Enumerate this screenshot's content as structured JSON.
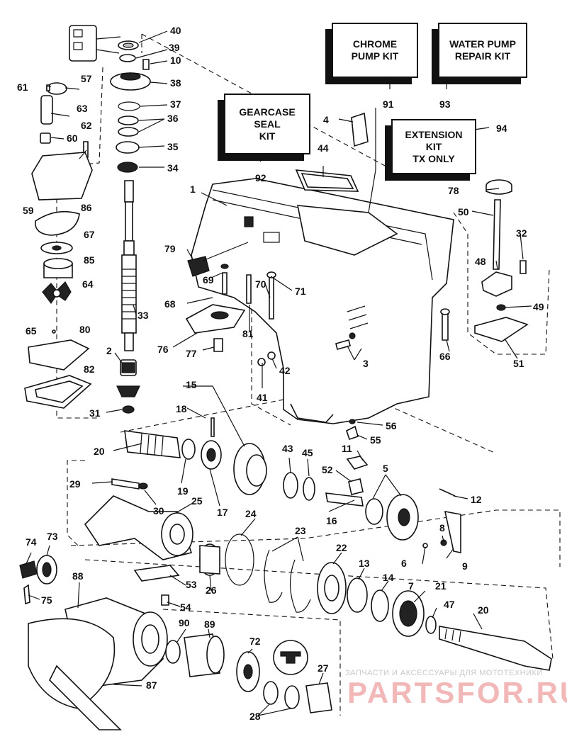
{
  "kit_boxes": {
    "chrome_pump": "CHROME\nPUMP KIT",
    "water_pump": "WATER PUMP\nREPAIR KIT",
    "gearcase_seal": "GEARCASE\nSEAL\nKIT",
    "extension": "EXTENSION\nKIT\nTX ONLY"
  },
  "callouts": [
    "1",
    "2",
    "3",
    "4",
    "5",
    "6",
    "7",
    "8",
    "9",
    "10",
    "11",
    "12",
    "13",
    "14",
    "15",
    "16",
    "17",
    "18",
    "19",
    "20",
    "20",
    "21",
    "22",
    "23",
    "24",
    "25",
    "26",
    "27",
    "28",
    "29",
    "30",
    "31",
    "32",
    "33",
    "34",
    "35",
    "36",
    "37",
    "38",
    "39",
    "40",
    "41",
    "42",
    "43",
    "44",
    "45",
    "47",
    "48",
    "49",
    "50",
    "51",
    "52",
    "53",
    "54",
    "55",
    "56",
    "57",
    "59",
    "60",
    "61",
    "62",
    "63",
    "64",
    "65",
    "66",
    "67",
    "68",
    "69",
    "70",
    "71",
    "72",
    "73",
    "74",
    "75",
    "76",
    "77",
    "78",
    "79",
    "80",
    "81",
    "82",
    "85",
    "86",
    "87",
    "88",
    "89",
    "90",
    "91",
    "92",
    "93",
    "94"
  ],
  "watermark": {
    "caption": "ЗАПЧАСТИ И АКСЕССУАРЫ ДЛЯ МОТОТЕХНИКИ",
    "brand": "PARTSFOR.RU"
  }
}
